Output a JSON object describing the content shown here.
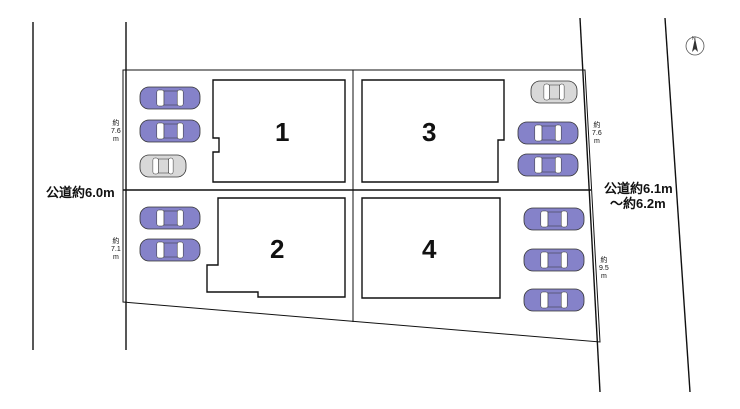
{
  "lots": [
    {
      "number": "1"
    },
    {
      "number": "2"
    },
    {
      "number": "3"
    },
    {
      "number": "4"
    }
  ],
  "roads": {
    "west": "公道約6.0m",
    "east_line1": "公道約6.1m",
    "east_line2": "～約6.2m"
  },
  "dimensions": {
    "west_upper": [
      "約",
      "7.6",
      "m"
    ],
    "west_lower": [
      "約",
      "7.1",
      "m"
    ],
    "east_upper": [
      "約",
      "7.6",
      "m"
    ],
    "east_lower": [
      "約",
      "9.5",
      "m"
    ]
  },
  "compass": "N",
  "colors": {
    "car": "#8582c9",
    "car_gray": "#d8d8d8",
    "line": "#111111"
  }
}
